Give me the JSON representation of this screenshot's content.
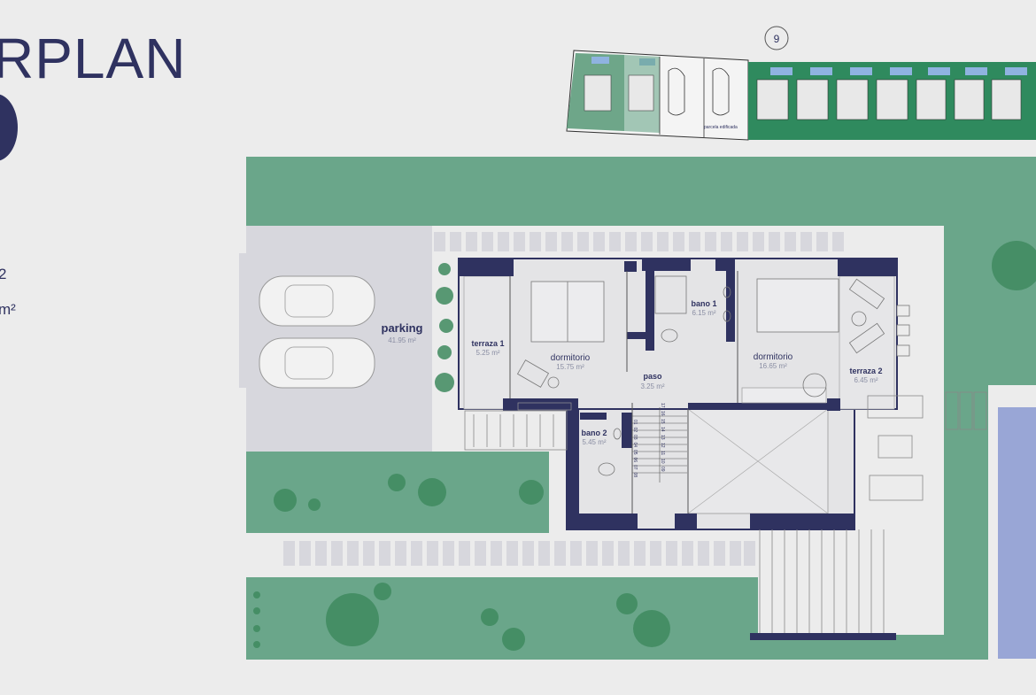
{
  "heading": {
    "text": "RPLAN"
  },
  "side_units": {
    "line1": "2",
    "line2": "m²"
  },
  "site_plan": {
    "lot_number": "9",
    "annotation": "parcela edificada"
  },
  "colors": {
    "navy": "#2f3260",
    "grass": "#6aa68a",
    "pool": "#99a6d6",
    "parking": "#d7d7dd",
    "floor": "#e4e4e6"
  },
  "rooms": {
    "parking": {
      "name": "parking",
      "area": "41.95 m²"
    },
    "terraza1": {
      "name": "terraza 1",
      "area": "5.25 m²"
    },
    "dormitorio1": {
      "name": "dormitorio",
      "area": "15.75 m²"
    },
    "bano1": {
      "name": "bano 1",
      "area": "6.15 m²"
    },
    "paso": {
      "name": "paso",
      "area": "3.25 m²"
    },
    "dormitorio2": {
      "name": "dormitorio",
      "area": "16.65 m²"
    },
    "terraza2": {
      "name": "terraza 2",
      "area": "6.45 m²"
    },
    "bano2": {
      "name": "bano 2",
      "area": "5.45 m²"
    }
  },
  "stairs": {
    "left": [
      "01",
      "02",
      "03",
      "04",
      "05",
      "06",
      "07",
      "08"
    ],
    "right": [
      "17",
      "16",
      "15",
      "14",
      "13",
      "12",
      "11",
      "10",
      "09"
    ]
  }
}
